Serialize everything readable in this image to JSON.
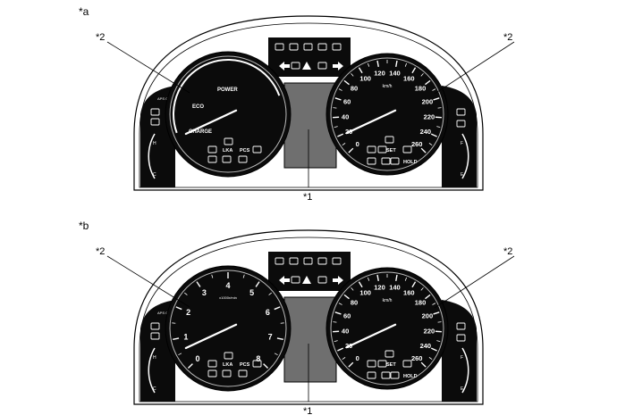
{
  "panels": [
    {
      "id": "a",
      "label": "*a",
      "callouts": [
        "*2",
        "*2",
        "*1"
      ],
      "left_gauge": {
        "type": "power",
        "labels": [
          "POWER",
          "ECO",
          "CHARGE"
        ],
        "indicators": [
          "LKA",
          "PCS"
        ]
      },
      "speedometer": {
        "unit": "km/h",
        "scale": [
          "0",
          "20",
          "40",
          "60",
          "80",
          "100",
          "120",
          "140",
          "160",
          "180",
          "200",
          "220",
          "240",
          "260"
        ],
        "indicators": [
          "SET",
          "HOLD"
        ]
      }
    },
    {
      "id": "b",
      "label": "*b",
      "callouts": [
        "*2",
        "*2",
        "*1"
      ],
      "left_gauge": {
        "type": "tachometer",
        "unit": "x1000r/min",
        "scale": [
          "0",
          "1",
          "2",
          "3",
          "4",
          "5",
          "6",
          "7",
          "8"
        ],
        "indicators": [
          "LKA",
          "PCS"
        ]
      },
      "speedometer": {
        "unit": "km/h",
        "scale": [
          "0",
          "20",
          "40",
          "60",
          "80",
          "100",
          "120",
          "140",
          "160",
          "180",
          "200",
          "220",
          "240",
          "260"
        ],
        "indicators": [
          "SET",
          "HOLD"
        ]
      }
    }
  ],
  "side_labels": {
    "fuel_left": "H",
    "fuel_left_low": "C",
    "fuel_right": "F",
    "fuel_right_low": "E",
    "eco_off": "APS OFF"
  },
  "colors": {
    "bezel": "#0b0b0b",
    "display": "#6f6f6f",
    "line": "#ffffff"
  }
}
